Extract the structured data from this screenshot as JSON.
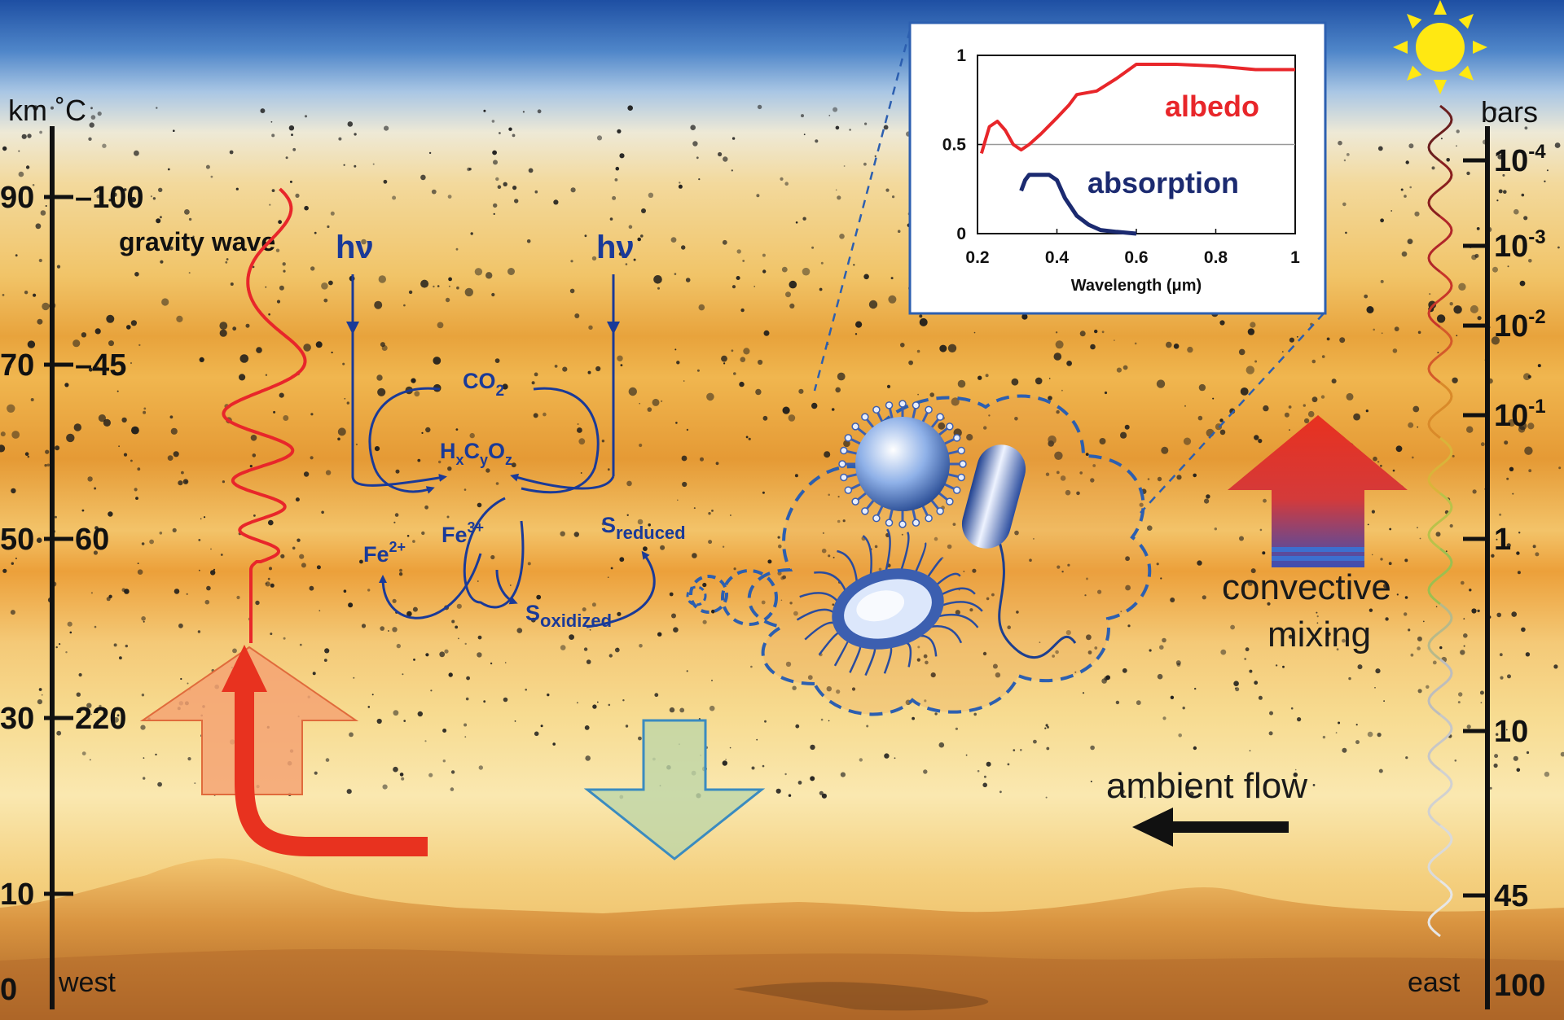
{
  "left_axis": {
    "units": "km ˚C",
    "ticks": [
      {
        "km": "90",
        "temp": "–100"
      },
      {
        "km": "70",
        "temp": "–45"
      },
      {
        "km": "50",
        "temp": "60"
      },
      {
        "km": "30",
        "temp": "220"
      },
      {
        "km": "10",
        "temp": ""
      },
      {
        "km": "0",
        "temp": ""
      }
    ],
    "direction": "west"
  },
  "right_axis": {
    "units": "bars",
    "ticks": [
      {
        "base": "10",
        "exp": "-4"
      },
      {
        "base": "10",
        "exp": "-3"
      },
      {
        "base": "10",
        "exp": "-2"
      },
      {
        "base": "10",
        "exp": "-1"
      },
      {
        "base": "1",
        "exp": ""
      },
      {
        "base": "10",
        "exp": ""
      },
      {
        "base": "45",
        "exp": ""
      },
      {
        "base": "100",
        "exp": ""
      }
    ],
    "direction": "east"
  },
  "labels": {
    "gravity_wave": "gravity wave",
    "hv_left": "hν",
    "hv_right": "hν",
    "co2": {
      "main": "CO",
      "sub": "2"
    },
    "hcyoz": {
      "h": "H",
      "x": "x",
      "c": "C",
      "y": "y",
      "o": "O",
      "z": "z"
    },
    "fe2": {
      "main": "Fe",
      "sup": "2+"
    },
    "fe3": {
      "main": "Fe",
      "sup": "3+"
    },
    "s_reduced": {
      "main": "S",
      "sub": "reduced"
    },
    "s_oxidized": {
      "main": "S",
      "sub": "oxidized"
    },
    "convective_line1": "convective",
    "convective_line2": "mixing",
    "ambient_flow": "ambient flow"
  },
  "inset_chart": {
    "chart_data": {
      "type": "line",
      "xlabel": "Wavelength (μm)",
      "ylabel": "",
      "xlim": [
        0.2,
        1.0
      ],
      "ylim": [
        0,
        1
      ],
      "x_ticks": [
        "0.2",
        "0.4",
        "0.6",
        "0.8",
        "1"
      ],
      "y_ticks": [
        "0",
        "0.5",
        "1"
      ],
      "reference_line_y": 0.5,
      "series": [
        {
          "name": "albedo",
          "color": "#e8262a",
          "x": [
            0.21,
            0.23,
            0.25,
            0.27,
            0.29,
            0.31,
            0.33,
            0.36,
            0.4,
            0.43,
            0.45,
            0.5,
            0.55,
            0.6,
            0.65,
            0.7,
            0.8,
            0.9,
            0.95,
            1.0
          ],
          "y": [
            0.45,
            0.6,
            0.63,
            0.58,
            0.5,
            0.47,
            0.5,
            0.56,
            0.65,
            0.72,
            0.78,
            0.8,
            0.87,
            0.95,
            0.95,
            0.95,
            0.94,
            0.92,
            0.92,
            0.92
          ]
        },
        {
          "name": "absorption",
          "color": "#1b2a70",
          "x": [
            0.31,
            0.32,
            0.33,
            0.35,
            0.38,
            0.4,
            0.42,
            0.45,
            0.48,
            0.51,
            0.55,
            0.6
          ],
          "y": [
            0.24,
            0.3,
            0.33,
            0.33,
            0.33,
            0.3,
            0.2,
            0.1,
            0.05,
            0.02,
            0.01,
            0.0
          ]
        }
      ]
    }
  },
  "colors": {
    "wave": "#e8262a",
    "cycle_blue": "#1a3a98",
    "dashed_blue": "#2c5fb0",
    "up_arrow_fill": "#f4a373",
    "down_arrow_fill": "#bed6a8"
  }
}
